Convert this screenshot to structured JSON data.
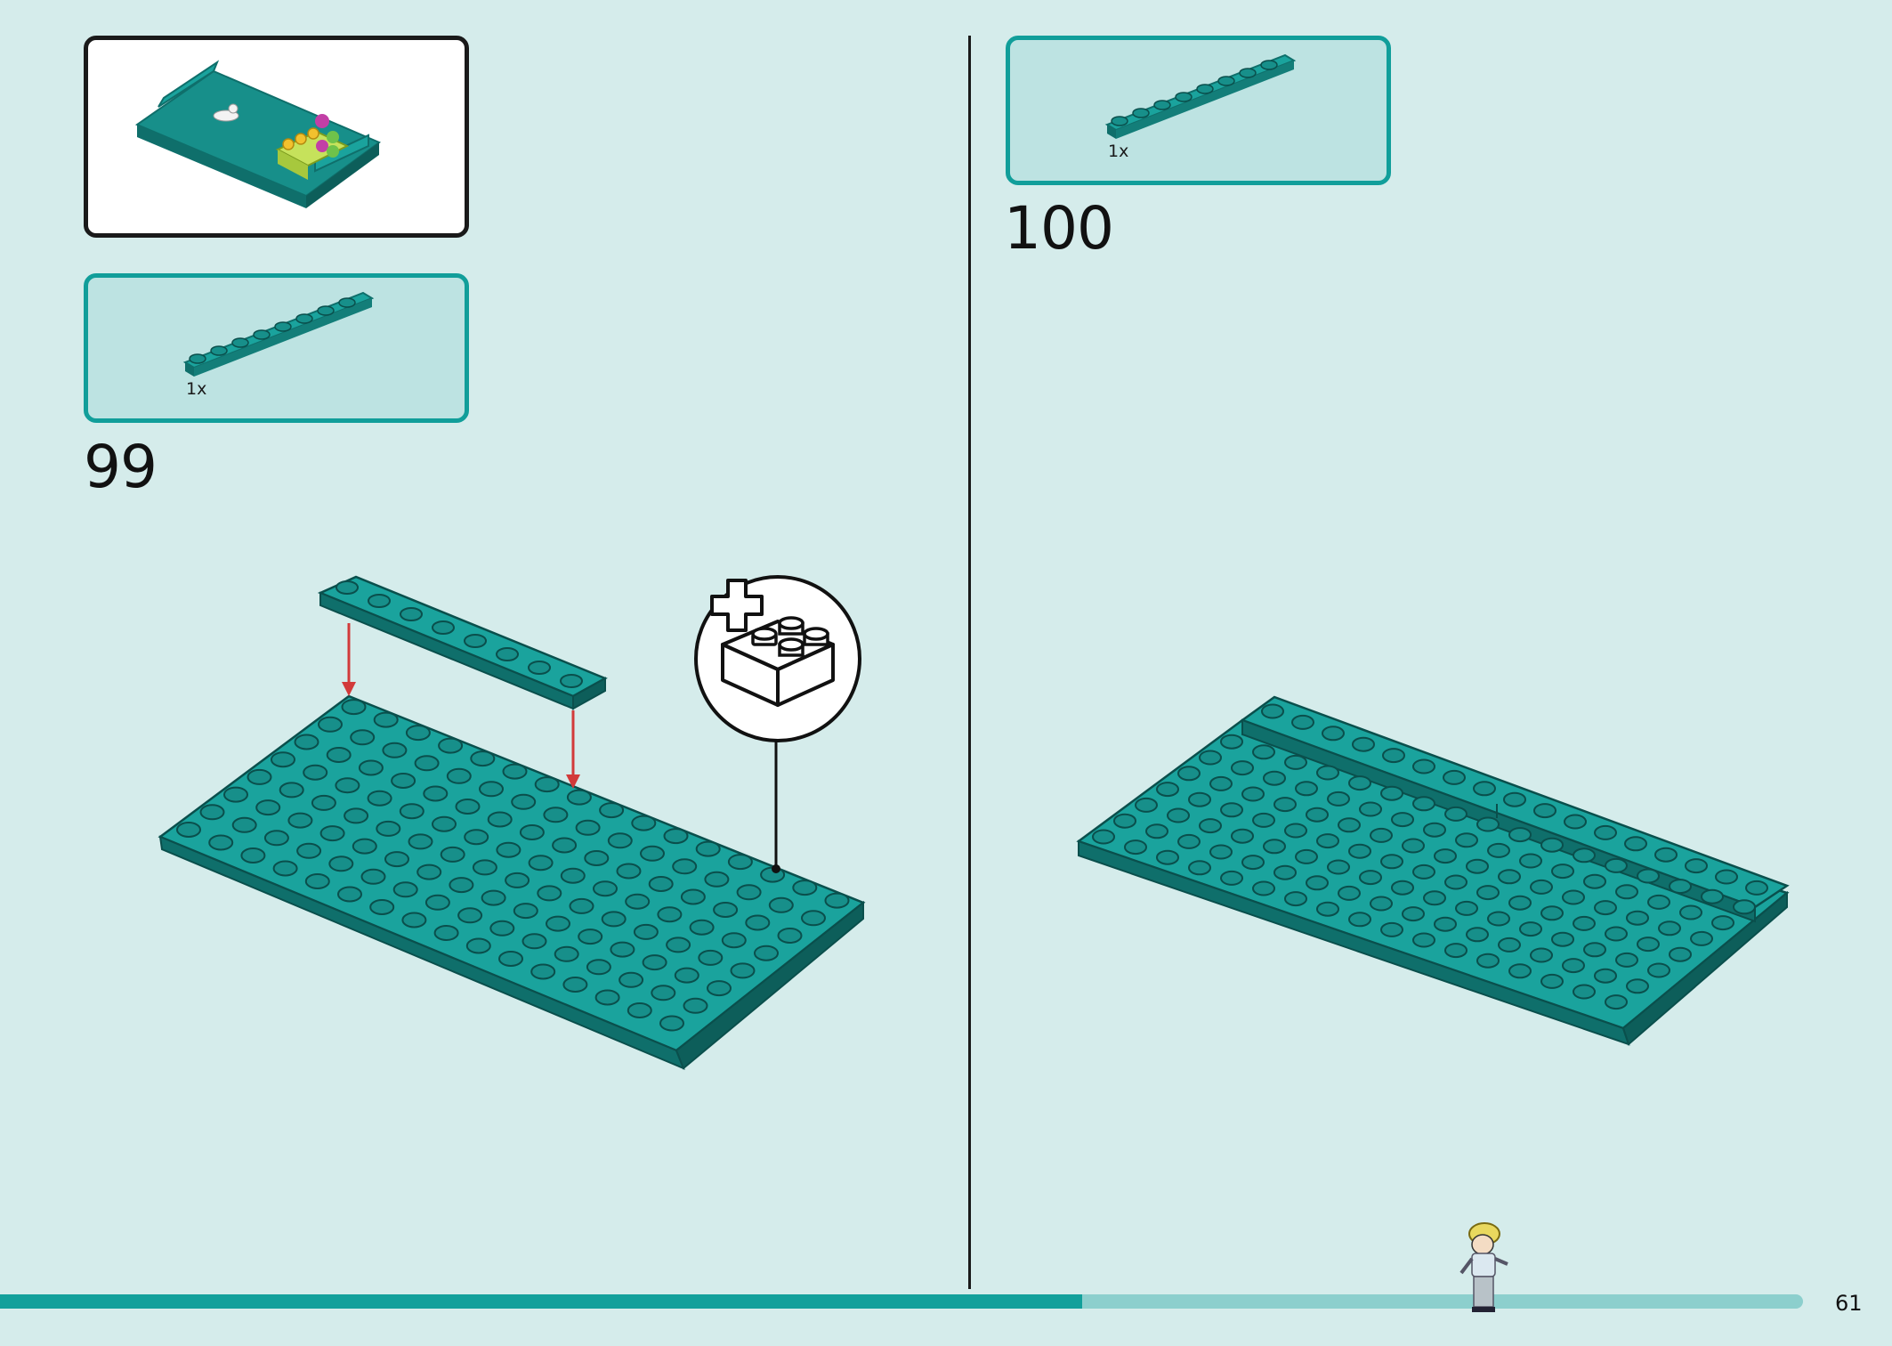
{
  "page_number": "61",
  "progress": {
    "fraction": 0.6
  },
  "steps": [
    {
      "number": "99",
      "parts": [
        {
          "quantity": "1x",
          "piece": "plate-1x8-dark-turquoise"
        }
      ]
    },
    {
      "number": "100",
      "parts": [
        {
          "quantity": "1x",
          "piece": "plate-1x8-dark-turquoise"
        }
      ]
    }
  ],
  "colors": {
    "page_background": "#d5eceb",
    "brick": "#178f8a",
    "brick_dark": "#0f6f6b",
    "arrow": "#d23a3a",
    "accent": "#12a09b"
  },
  "icons": {
    "add_brick": "plus-brick-icon",
    "minifigure": "minifigure-icon"
  }
}
